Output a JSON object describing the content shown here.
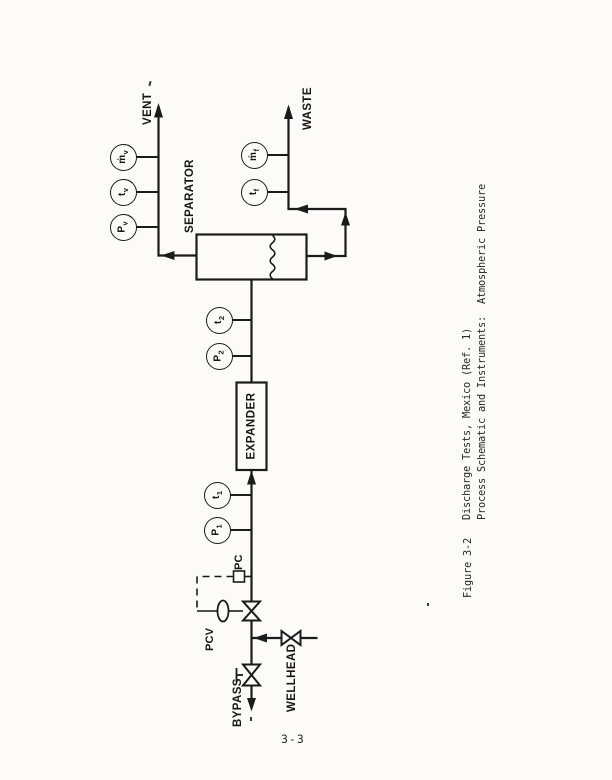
{
  "page": {
    "number": "3-3"
  },
  "colors": {
    "paper": "#fcfbf8",
    "ink": "#1b1b1b"
  },
  "caption": {
    "figure_label": "Figure 3-2",
    "line1": "Process Schematic and Instruments:  Atmospheric Pressure",
    "line2": "Discharge Tests, Mexico (Ref. 1)"
  },
  "diagram": {
    "labels": {
      "vent": "VENT",
      "waste": "WASTE",
      "separator": "SEPARATOR",
      "expander": "EXPANDER",
      "pc": "PC",
      "pcv": "PCV",
      "wellhead": "WELLHEAD",
      "bypass": "BYPASS"
    },
    "gauges": [
      {
        "id": "m-dot-v",
        "base": "ṁ",
        "sub": "v"
      },
      {
        "id": "t-v",
        "base": "t",
        "sub": "v"
      },
      {
        "id": "P-v",
        "base": "P",
        "sub": "v"
      },
      {
        "id": "m-dot-f",
        "base": "ṁ",
        "sub": "f"
      },
      {
        "id": "t-f",
        "base": "t",
        "sub": "f"
      },
      {
        "id": "t-2",
        "base": "t",
        "sub": "2"
      },
      {
        "id": "P-2",
        "base": "P",
        "sub": "2"
      },
      {
        "id": "t-1",
        "base": "t",
        "sub": "1"
      },
      {
        "id": "P-1",
        "base": "P",
        "sub": "1"
      }
    ]
  }
}
